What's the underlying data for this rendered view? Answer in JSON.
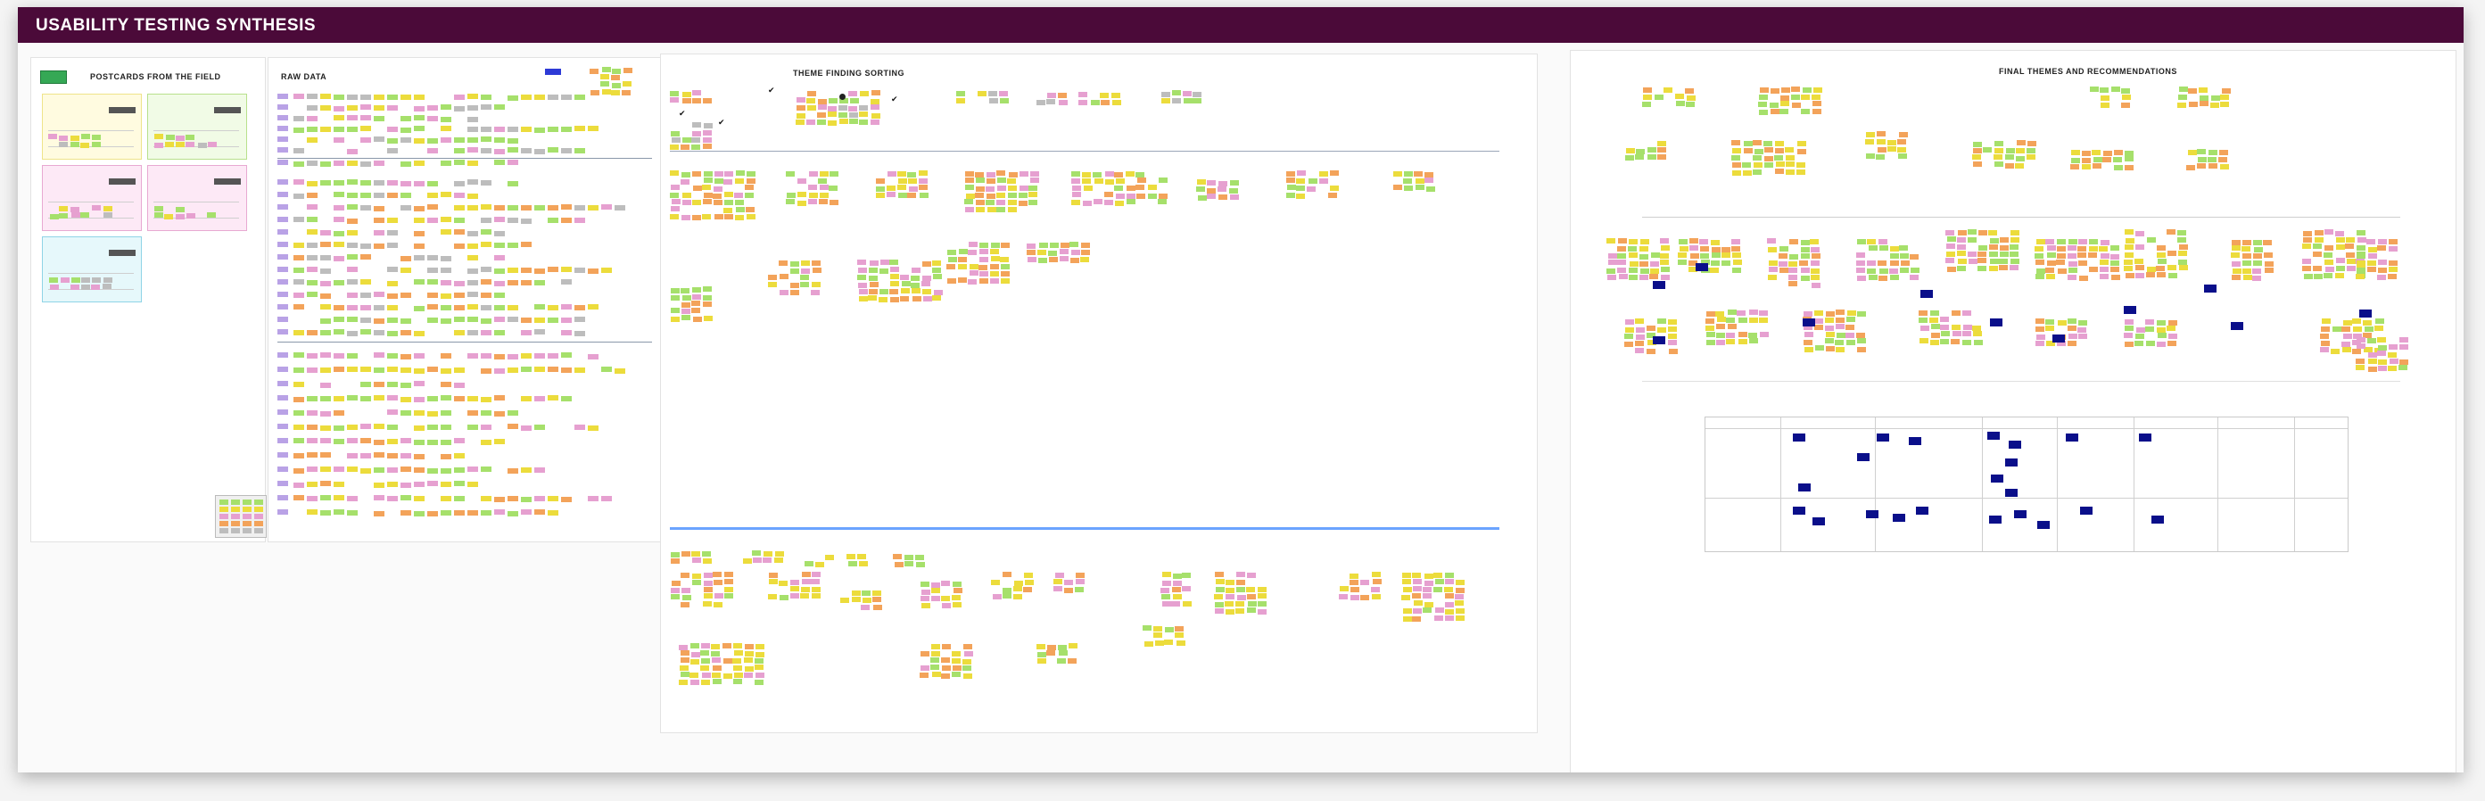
{
  "board": {
    "title": "USABILITY TESTING SYNTHESIS",
    "colors": {
      "banner": "#4b0a39",
      "sticky_green": "#a6e06b",
      "sticky_yellow": "#ecdc3c",
      "sticky_pink": "#e6a0d0",
      "sticky_orange": "#f3a35a",
      "sticky_gray": "#bdbdbd",
      "sticky_navy": "#0a0f8a",
      "accent_blue": "#3a86ff"
    }
  },
  "sections": {
    "postcards": {
      "title": "POSTCARDS FROM THE FIELD"
    },
    "raw_data": {
      "title": "RAW DATA"
    },
    "affinity": {
      "title": "THEME FINDING SORTING"
    },
    "final": {
      "title": "FINAL THEMES AND RECOMMENDATIONS"
    }
  }
}
